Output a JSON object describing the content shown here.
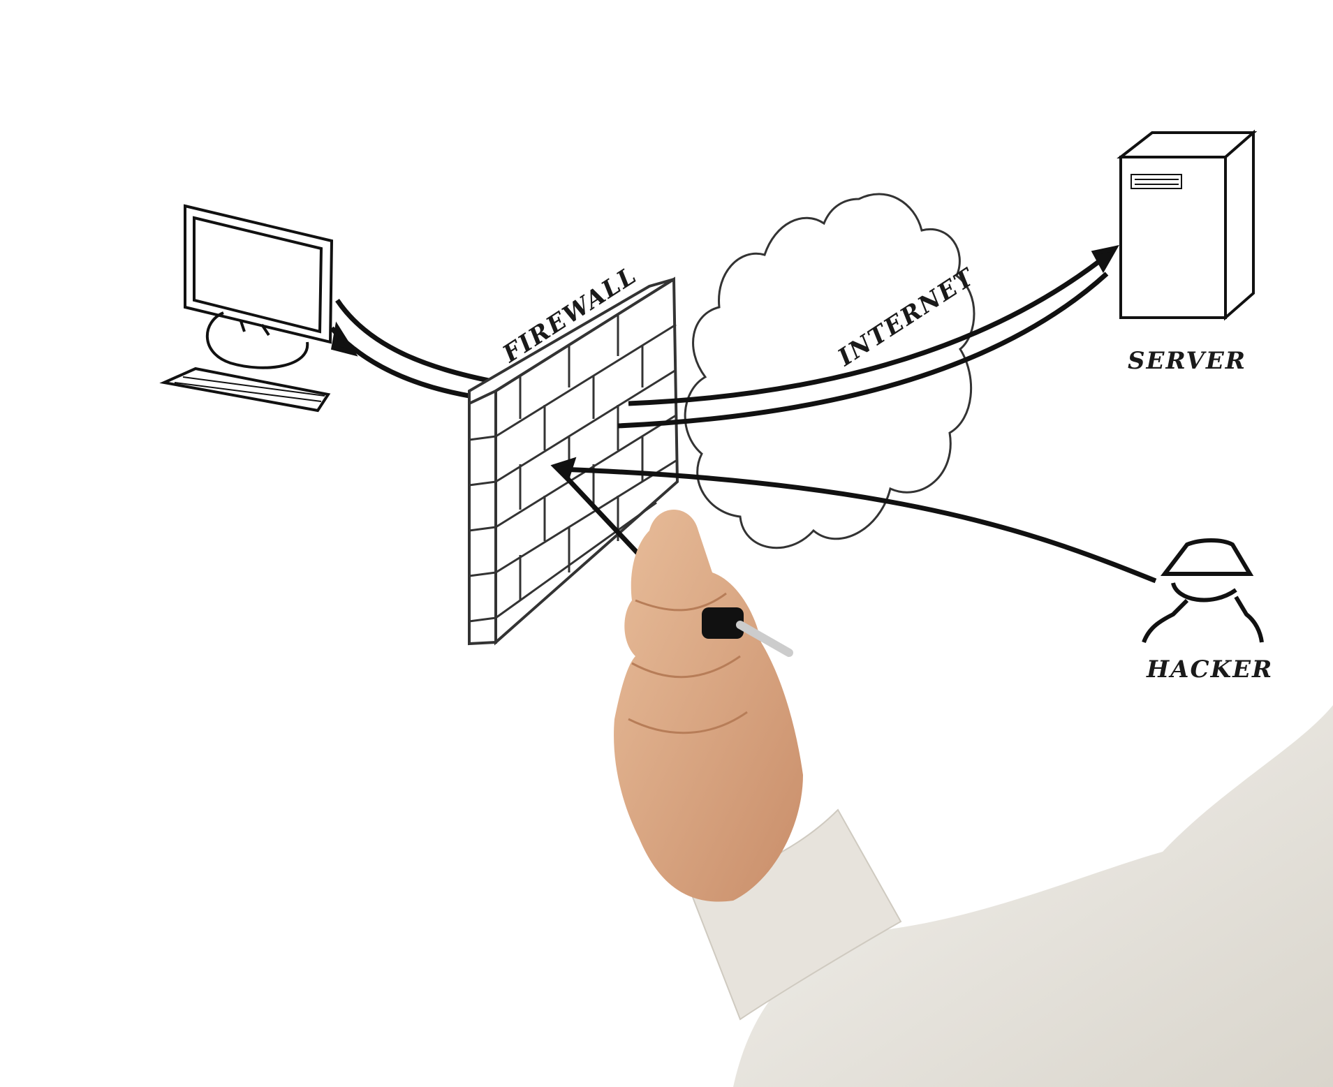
{
  "labels": {
    "firewall": "FIREWALL",
    "internet": "INTERNET",
    "server": "SERVER",
    "hacker": "HACKER"
  },
  "icons": {
    "computer": "desktop-computer-icon",
    "server": "server-tower-icon",
    "hacker": "hacker-hat-icon",
    "cloud": "internet-cloud-icon",
    "firewall": "brick-wall-icon"
  },
  "colors": {
    "background": "#ffffff",
    "ink": "#111111",
    "skin": "#d9a884",
    "shirt": "#e9e6e0"
  }
}
